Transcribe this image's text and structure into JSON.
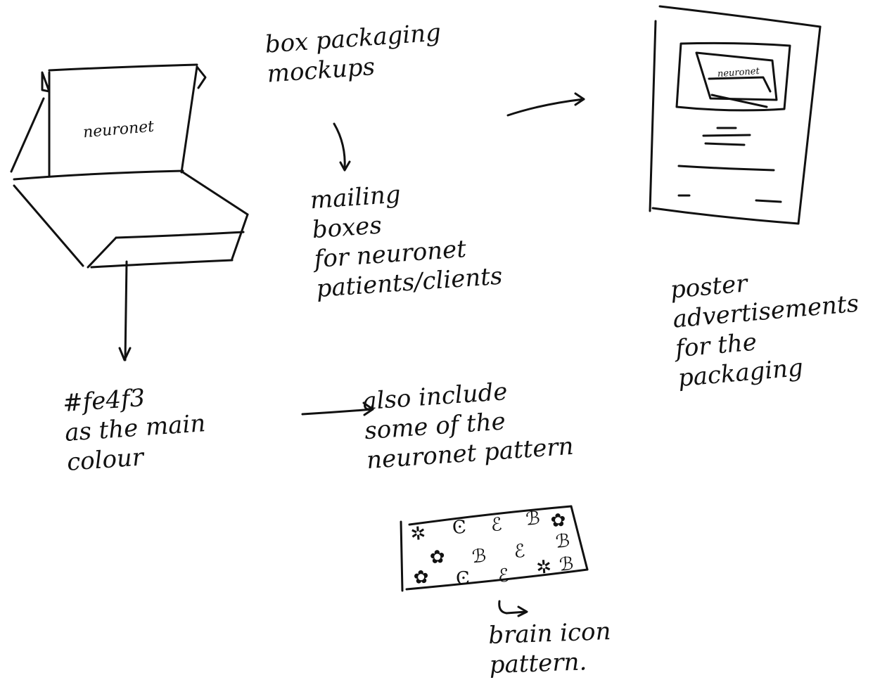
{
  "notes": {
    "box_label": "neuronet",
    "title": "box packaging\nmockups",
    "mailing": "mailing\nboxes\nfor neuronet\npatients/clients",
    "color": "#fe4f3\nas the main\ncolour",
    "pattern": "also include\nsome of the\nneuronet pattern",
    "brain": "brain icon\npattern.",
    "poster": "poster\nadvertisements\nfor the\npackaging",
    "poster_box_label": "neuronet"
  },
  "pattern_glyphs": [
    "✲",
    "Ͼ",
    "ℰ",
    "ℬ",
    "✿",
    "ℬ",
    "ℰ",
    "ℬ",
    "✿",
    "Ͼ",
    "ℰ",
    "✲",
    "ℬ",
    "✿"
  ]
}
